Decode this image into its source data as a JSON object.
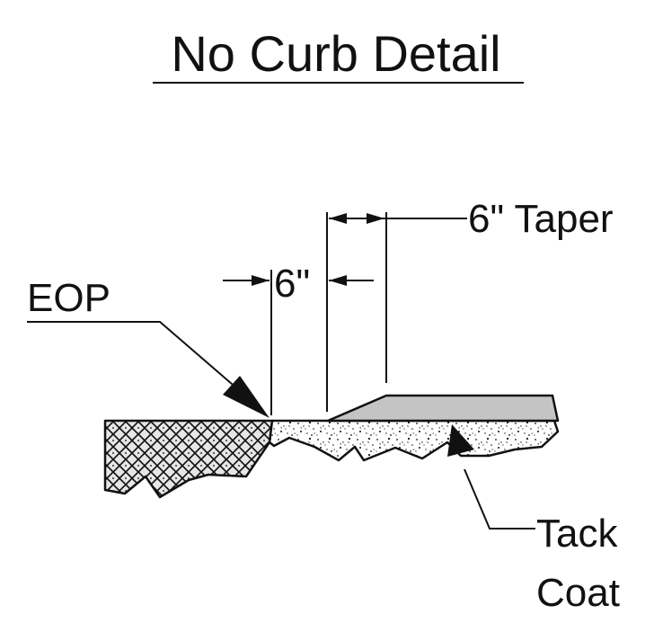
{
  "title": "No Curb Detail",
  "labels": {
    "eop": "EOP",
    "gap_dimension": "6\"",
    "taper": "6\" Taper",
    "tack_line1": "Tack",
    "tack_line2": "Coat"
  },
  "colors": {
    "ink": "#111111",
    "pavement_fill": "#bdbdbd",
    "overlay_fill": "#c4c4c4",
    "concrete_fill": "#ffffff"
  }
}
